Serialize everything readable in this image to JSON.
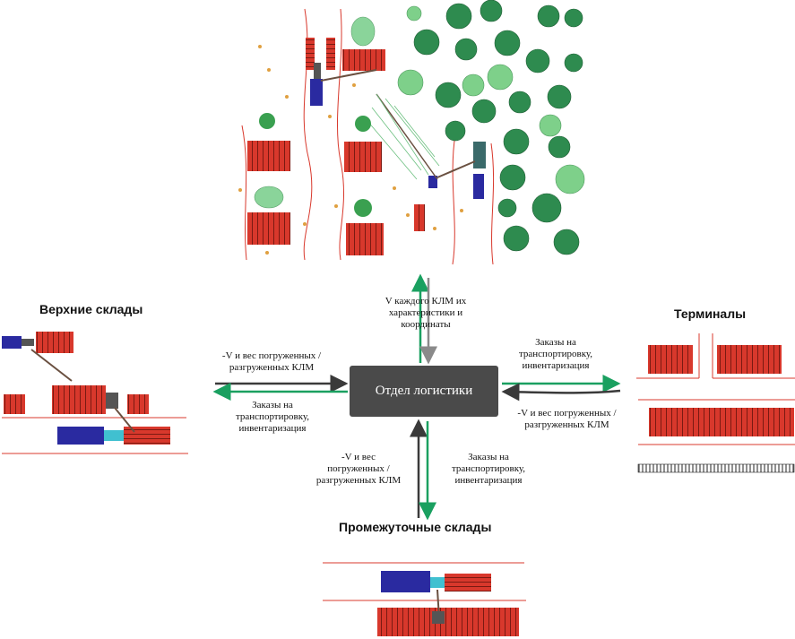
{
  "center": {
    "label": "Отдел логистики"
  },
  "sections": {
    "upper": "Верхние склады",
    "terminals": "Терминалы",
    "intermediate": "Промежуточные склады"
  },
  "flows": {
    "top": [
      "V каждого КЛМ их",
      "характеристики и",
      "координаты"
    ],
    "left_out": [
      "-V и вес погруженных /",
      "разгруженных КЛМ"
    ],
    "left_in": [
      "Заказы на",
      "транспортировку,",
      "инвентаризация"
    ],
    "right_out": [
      "Заказы на",
      "транспортировку,",
      "инвентаризация"
    ],
    "right_in": [
      "-V и вес погруженных /",
      "разгруженных КЛМ"
    ],
    "bottom_in": [
      "-V и вес",
      "погруженных /",
      "разгруженных КЛМ"
    ],
    "bottom_out": [
      "Заказы на",
      "транспортировку,",
      "инвентаризация"
    ]
  },
  "colors": {
    "arrow_dark": "#3a3a3a",
    "arrow_green": "#1aa060",
    "log_red": "#d8382c",
    "tree_green": "#2e8b4f",
    "truck_blue": "#2a2aa0"
  }
}
